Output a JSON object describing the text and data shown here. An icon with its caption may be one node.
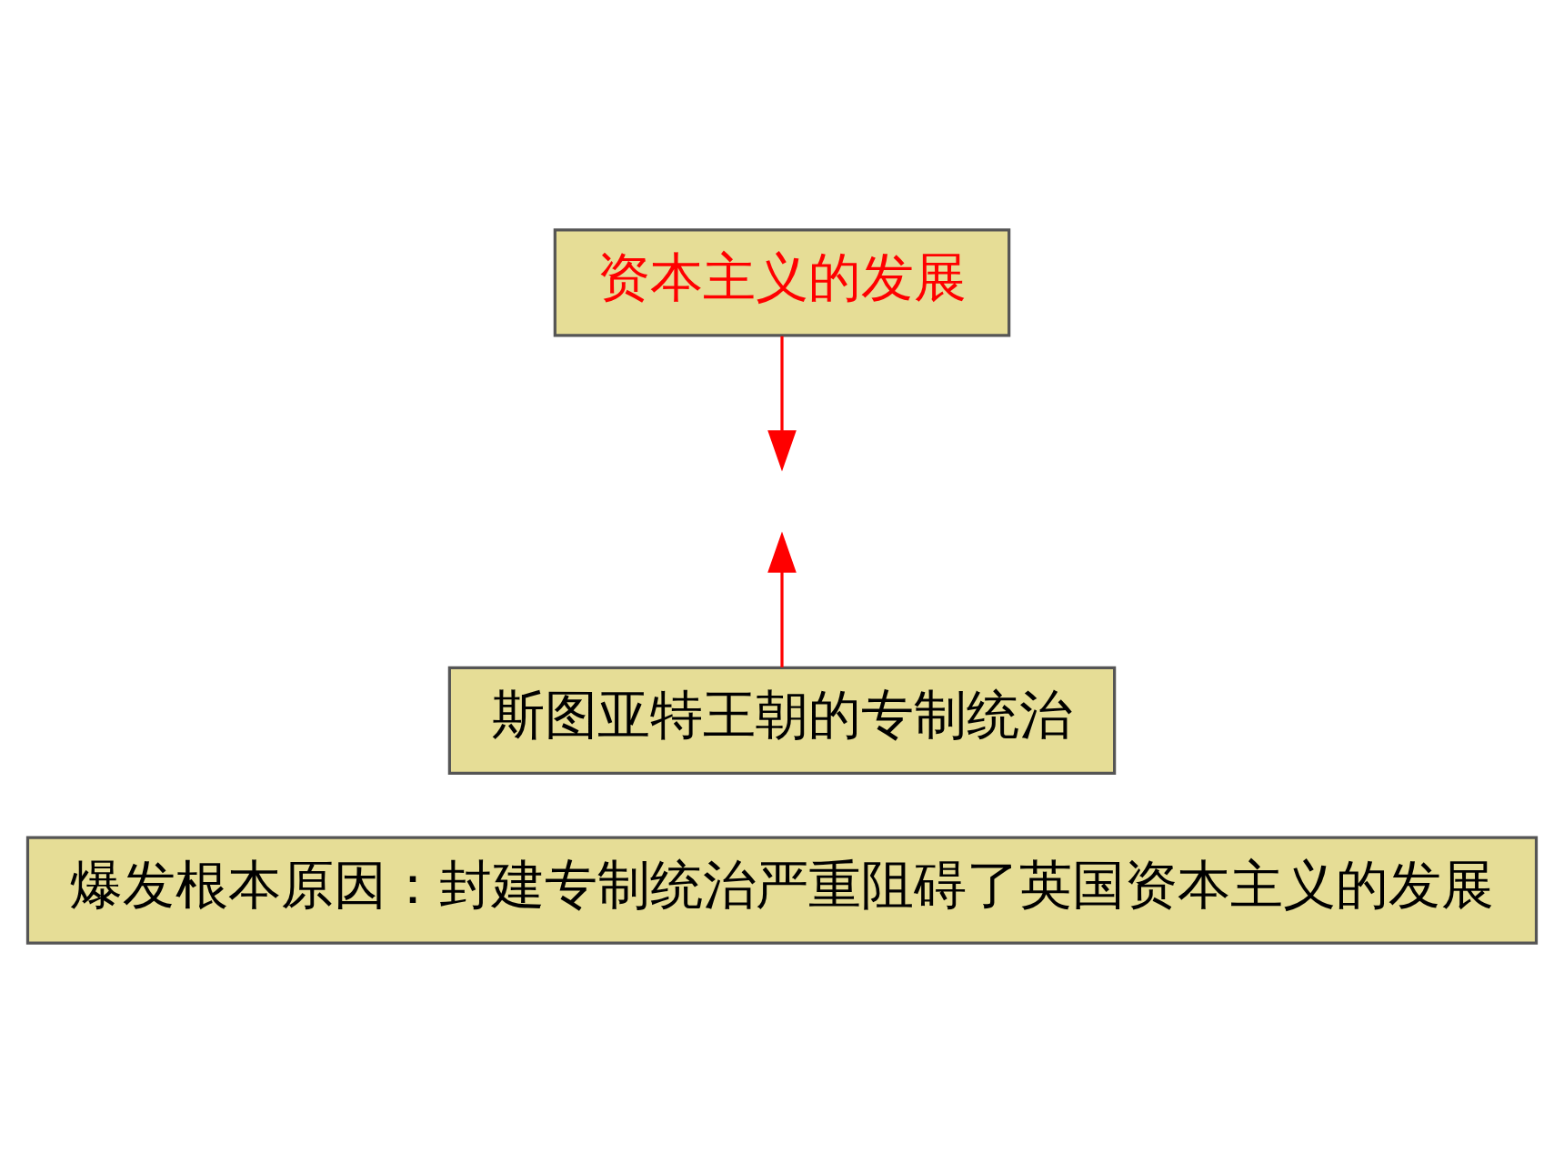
{
  "diagram": {
    "nodes": [
      {
        "text": [
          "资本主义的发展"
        ]
      },
      {
        "text": [
          "斯图亚特王朝的专制统治"
        ]
      },
      {
        "text": [
          "爆发根本原因：封建专制统治严重阻碍了英国资本主义的发展"
        ]
      }
    ],
    "edges": [
      {
        "from": 0,
        "to": null,
        "arrow": "to",
        "color": "#ff0000"
      },
      {
        "from": 1,
        "to": null,
        "arrow": "to",
        "color": "#ff0000"
      }
    ]
  }
}
